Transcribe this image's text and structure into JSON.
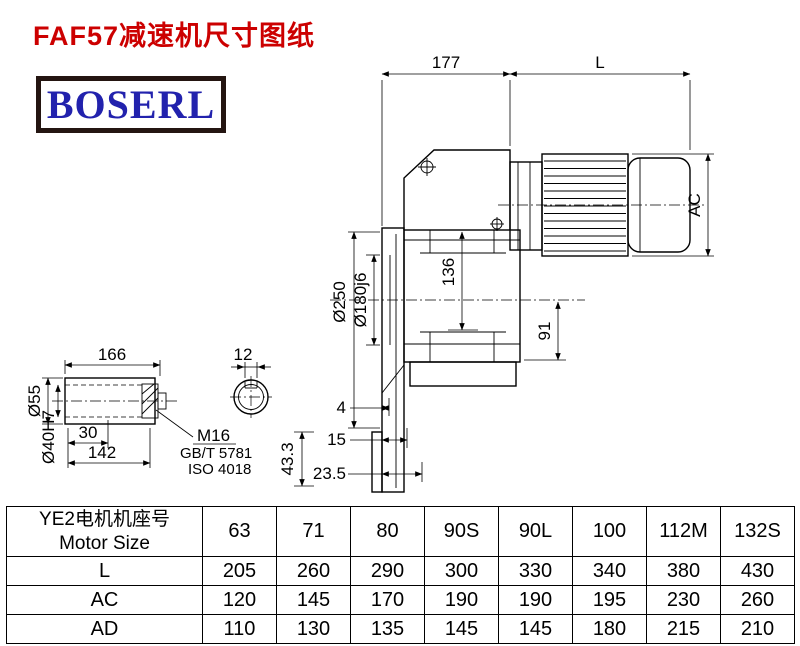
{
  "page": {
    "title": "FAF57减速机尺寸图纸",
    "logo_text": "BOSERL"
  },
  "drawing": {
    "main_dims": {
      "width_177": "177",
      "length_L": "L",
      "height_AC": "AC",
      "dim_136": "136",
      "dim_91": "91",
      "flange_dia": "Ø250",
      "spigot_dia": "Ø180j6",
      "dim_4": "4",
      "dim_15": "15",
      "dim_23_5": "23.5"
    },
    "shaft_dims": {
      "length_166": "166",
      "key_width_12": "12",
      "dim_30": "30",
      "dim_142": "142",
      "shaft_dia": "Ø55",
      "bore_dia": "Ø40H7",
      "thread": "M16",
      "bolt_std": "GB/T 5781",
      "washer_std": "ISO 4018",
      "dim_43_3": "43.3"
    }
  },
  "table": {
    "header": {
      "line1": "YE2电机机座号",
      "line2": "Motor Size"
    },
    "motor_sizes": [
      "63",
      "71",
      "80",
      "90S",
      "90L",
      "100",
      "112M",
      "132S"
    ],
    "rows": [
      {
        "label": "L",
        "values": [
          "205",
          "260",
          "290",
          "300",
          "330",
          "340",
          "380",
          "430"
        ]
      },
      {
        "label": "AC",
        "values": [
          "120",
          "145",
          "170",
          "190",
          "190",
          "195",
          "230",
          "260"
        ]
      },
      {
        "label": "AD",
        "values": [
          "110",
          "130",
          "135",
          "145",
          "145",
          "180",
          "215",
          "210"
        ]
      }
    ]
  }
}
